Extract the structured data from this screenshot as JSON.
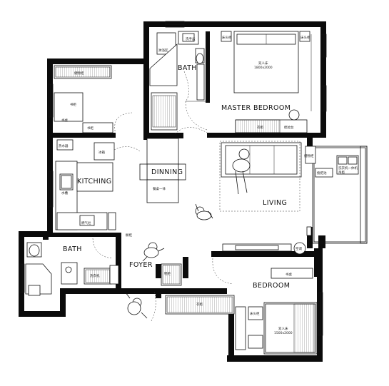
{
  "rooms": {
    "bath_top": "BATH",
    "master_bedroom": "MASTER  BEDROOM",
    "kitchen": "KITCHING",
    "dinning": "DINNING",
    "living": "LIVING",
    "bath_bottom": "BATH",
    "foyer": "FOYER",
    "bedroom": "BEDROOM"
  }
}
